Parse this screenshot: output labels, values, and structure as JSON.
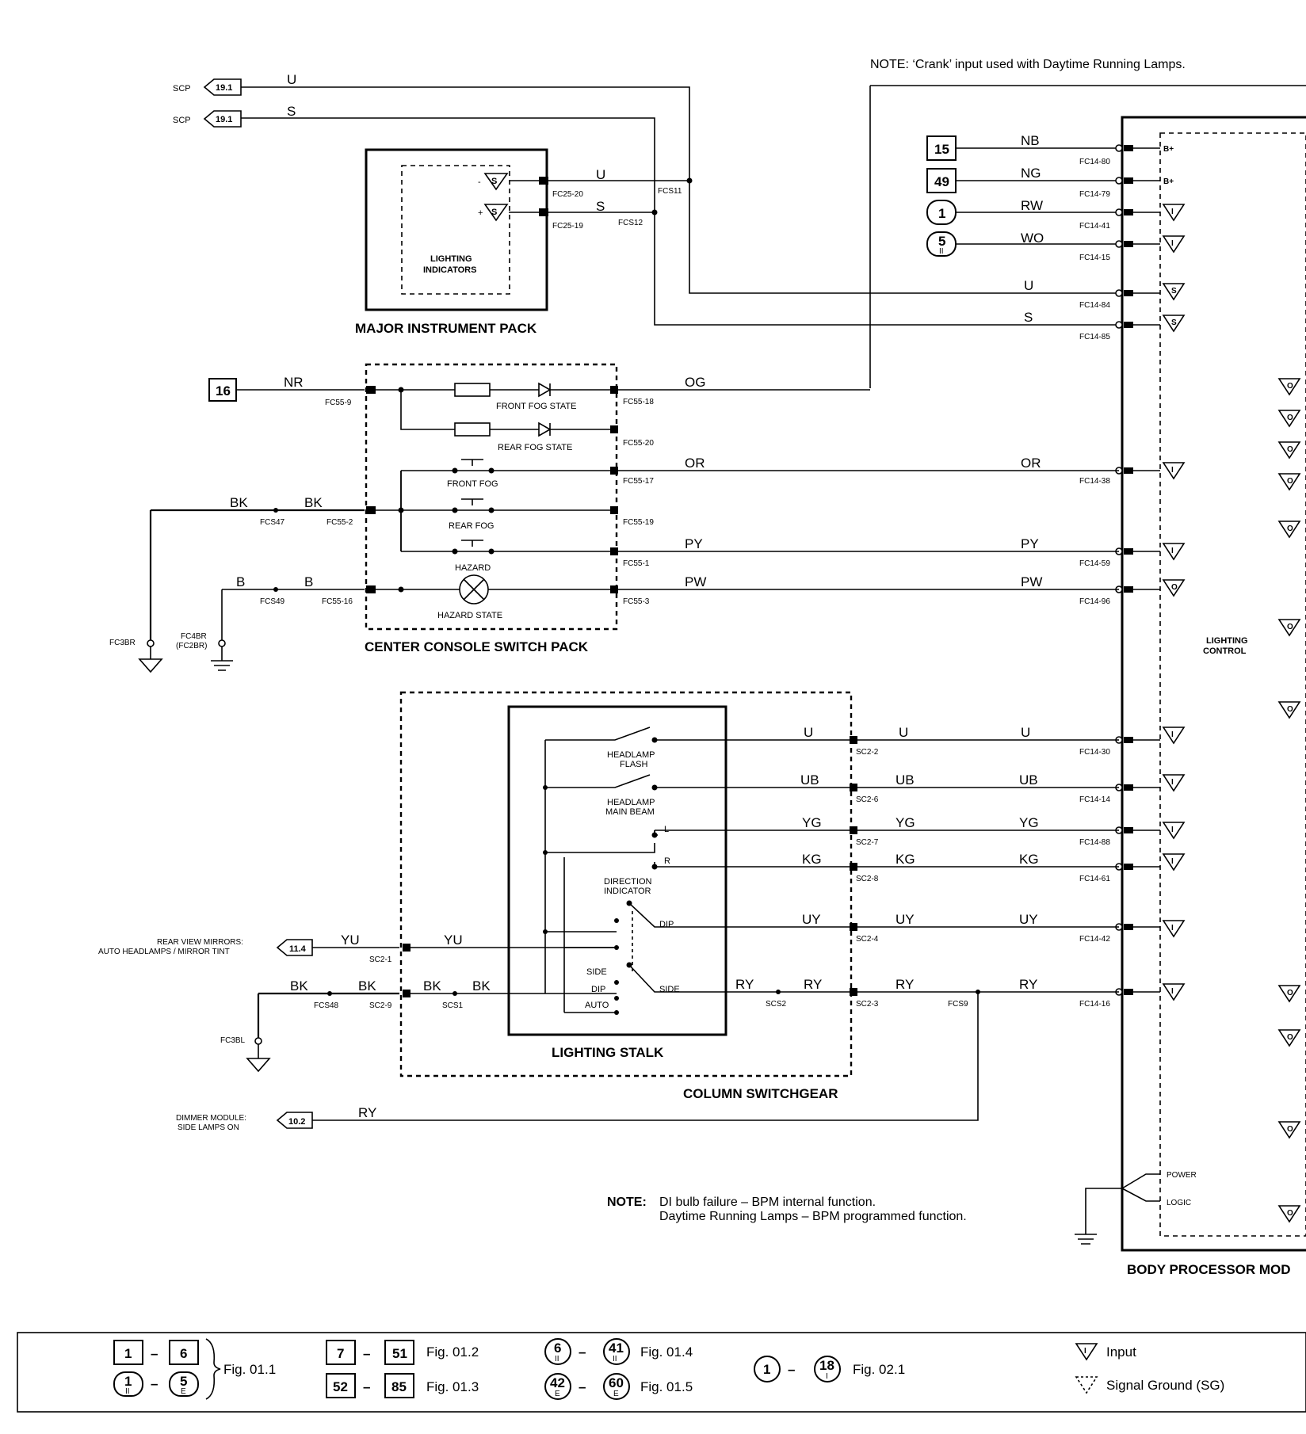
{
  "notes": {
    "top": "NOTE:  ‘Crank’ input used with Daytime Running Lamps.",
    "bottom_label": "NOTE:",
    "bottom_line1": "DI bulb failure – BPM internal function.",
    "bottom_line2": "Daytime Running Lamps – BPM programmed function."
  },
  "components": {
    "major_instrument_pack": "MAJOR INSTRUMENT PACK",
    "lighting_indicators_1": "LIGHTING",
    "lighting_indicators_2": "INDICATORS",
    "center_console": "CENTER CONSOLE SWITCH PACK",
    "lighting_stalk": "LIGHTING STALK",
    "column_switchgear": "COLUMN SWITCHGEAR",
    "body_processor": "BODY PROCESSOR MOD",
    "lighting_control_1": "LIGHTING",
    "lighting_control_2": "CONTROL",
    "front_fog_state": "FRONT FOG STATE",
    "rear_fog_state": "REAR FOG STATE",
    "front_fog": "FRONT FOG",
    "rear_fog": "REAR FOG",
    "hazard": "HAZARD",
    "hazard_state": "HAZARD STATE",
    "headlamp_flash_1": "HEADLAMP",
    "headlamp_flash_2": "FLASH",
    "headlamp_main_1": "HEADLAMP",
    "headlamp_main_2": "MAIN BEAM",
    "direction_1": "DIRECTION",
    "direction_2": "INDICATOR",
    "dip": "DIP",
    "side": "SIDE",
    "auto": "AUTO",
    "l": "L",
    "r": "R",
    "power": "POWER",
    "logic": "LOGIC",
    "b_plus": "B+"
  },
  "references": {
    "scp1": "SCP",
    "scp2": "SCP",
    "ref_19_1": "19.1",
    "ref_16": "16",
    "ref_15": "15",
    "ref_49": "49",
    "ref_1": "1",
    "ref_5": "5",
    "ref_5_sub": "II",
    "ref_11_4": "11.4",
    "ref_10_2": "10.2",
    "mirrors_1": "REAR VIEW MIRRORS:",
    "mirrors_2": "AUTO HEADLAMPS / MIRROR TINT",
    "dimmer_1": "DIMMER MODULE:",
    "dimmer_2": "SIDE LAMPS ON"
  },
  "wires": {
    "u": "U",
    "s": "S",
    "nr": "NR",
    "og": "OG",
    "or": "OR",
    "py": "PY",
    "pw": "PW",
    "bk": "BK",
    "b": "B",
    "nb": "NB",
    "ng": "NG",
    "rw": "RW",
    "wo": "WO",
    "ub": "UB",
    "yg": "YG",
    "kg": "KG",
    "uy": "UY",
    "ry": "RY",
    "yu": "YU"
  },
  "pins": {
    "fc25_20": "FC25-20",
    "fc25_19": "FC25-19",
    "fcs11": "FCS11",
    "fcs12": "FCS12",
    "fc14_80": "FC14-80",
    "fc14_79": "FC14-79",
    "fc14_41": "FC14-41",
    "fc14_15": "FC14-15",
    "fc14_84": "FC14-84",
    "fc14_85": "FC14-85",
    "fc14_38": "FC14-38",
    "fc14_59": "FC14-59",
    "fc14_96": "FC14-96",
    "fc14_30": "FC14-30",
    "fc14_14": "FC14-14",
    "fc14_88": "FC14-88",
    "fc14_61": "FC14-61",
    "fc14_42": "FC14-42",
    "fc14_16": "FC14-16",
    "fc55_9": "FC55-9",
    "fc55_18": "FC55-18",
    "fc55_20": "FC55-20",
    "fc55_17": "FC55-17",
    "fc55_19": "FC55-19",
    "fc55_1": "FC55-1",
    "fc55_2": "FC55-2",
    "fc55_16": "FC55-16",
    "fc55_3": "FC55-3",
    "fcs47": "FCS47",
    "fcs49": "FCS49",
    "fc3br": "FC3BR",
    "fc4br": "FC4BR",
    "fc2br": "(FC2BR)",
    "sc2_2": "SC2-2",
    "sc2_6": "SC2-6",
    "sc2_7": "SC2-7",
    "sc2_8": "SC2-8",
    "sc2_4": "SC2-4",
    "sc2_3": "SC2-3",
    "sc2_1": "SC2-1",
    "sc2_9": "SC2-9",
    "fcs48": "FCS48",
    "scs1": "SCS1",
    "scs2": "SCS2",
    "fcs9": "FCS9",
    "fc3bl": "FC3BL"
  },
  "legend": {
    "r1a": "1",
    "r1b": "6",
    "fig011": "Fig. 01.1",
    "r2a": "1",
    "r2a_sub": "II",
    "r2b": "5",
    "r2b_sub": "E",
    "r3a": "7",
    "r3b": "51",
    "fig012": "Fig. 01.2",
    "r4a": "52",
    "r4b": "85",
    "fig013": "Fig. 01.3",
    "r5a": "6",
    "r5a_sub": "II",
    "r5b": "41",
    "r5b_sub": "II",
    "fig014": "Fig. 01.4",
    "r6a": "42",
    "r6a_sub": "E",
    "r6b": "60",
    "r6b_sub": "E",
    "fig015": "Fig. 01.5",
    "r7a": "1",
    "r7b": "18",
    "r7b_sub": "I",
    "fig021": "Fig. 02.1",
    "dash": "–",
    "input": "Input",
    "signal_ground": "Signal Ground (SG)",
    "i_mark": "I",
    "s_mark": "S",
    "o_mark": "O"
  }
}
